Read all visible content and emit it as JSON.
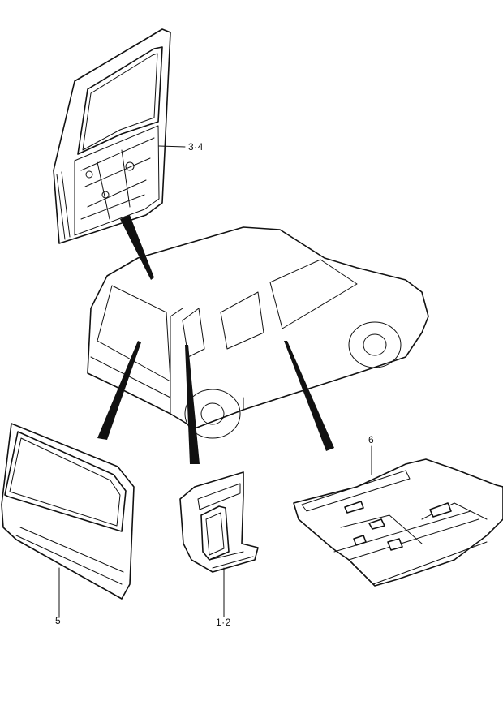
{
  "callouts": [
    {
      "id": "door",
      "text": "3·4"
    },
    {
      "id": "tailgate",
      "text": "5"
    },
    {
      "id": "pillar",
      "text": "1·2"
    },
    {
      "id": "floor",
      "text": "6"
    }
  ]
}
